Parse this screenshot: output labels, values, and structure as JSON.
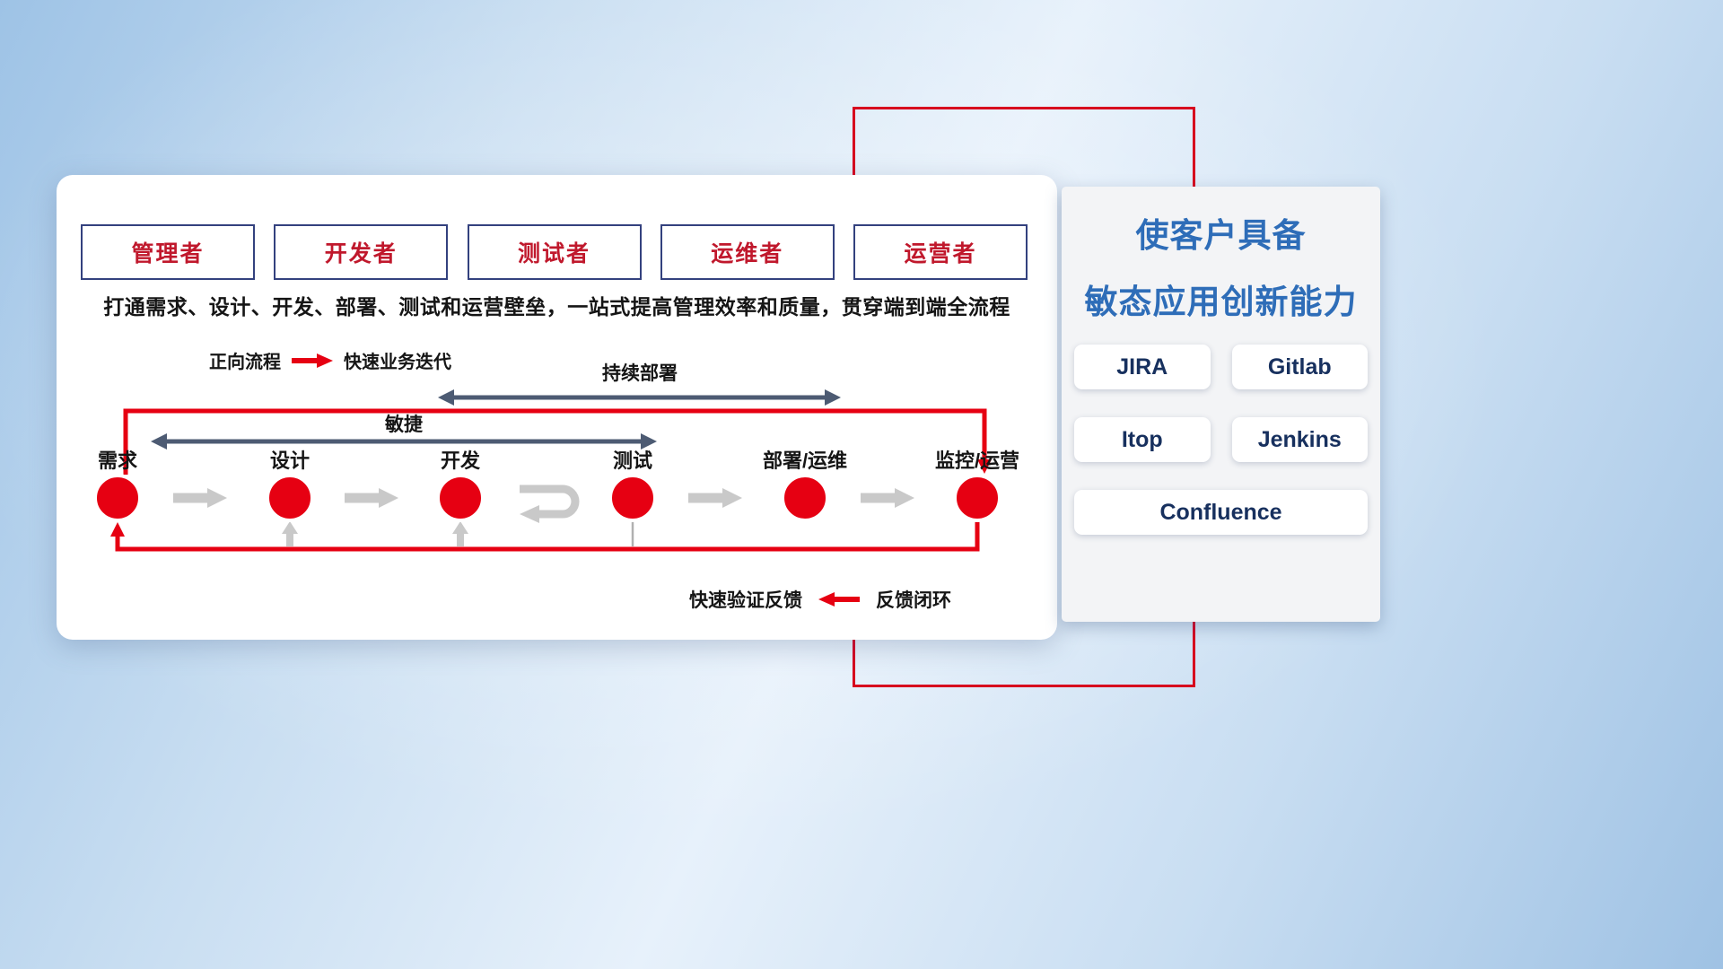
{
  "roles": [
    {
      "label": "管理者"
    },
    {
      "label": "开发者"
    },
    {
      "label": "测试者"
    },
    {
      "label": "运维者"
    },
    {
      "label": "运营者"
    }
  ],
  "description": "打通需求、设计、开发、部署、测试和运营壁垒，一站式提高管理效率和质量，贯穿端到端全流程",
  "legend_forward": {
    "label": "正向流程",
    "caption": "快速业务迭代"
  },
  "arrow_labels": {
    "continuous_deployment": "持续部署",
    "agile": "敏捷"
  },
  "nodes": [
    {
      "label": "需求"
    },
    {
      "label": "设计"
    },
    {
      "label": "开发"
    },
    {
      "label": "测试"
    },
    {
      "label": "部署/运维"
    },
    {
      "label": "监控/运营"
    }
  ],
  "legend_feedback": {
    "caption": "快速验证反馈",
    "label": "反馈闭环"
  },
  "panel": {
    "title_line1": "使客户具备",
    "title_line2": "敏态应用创新能力",
    "tools": [
      "JIRA",
      "Gitlab",
      "Itop",
      "Jenkins",
      "Confluence"
    ]
  },
  "colors": {
    "primary_red": "#e60012",
    "frame_red": "#d7001e",
    "role_text_red": "#c0182c",
    "role_border_navy": "#33417e",
    "dark_arrow": "#4d5b73",
    "gray_arrow": "#c9c9c9",
    "panel_title_blue": "#2e6db8",
    "tool_text_navy": "#17305e"
  }
}
